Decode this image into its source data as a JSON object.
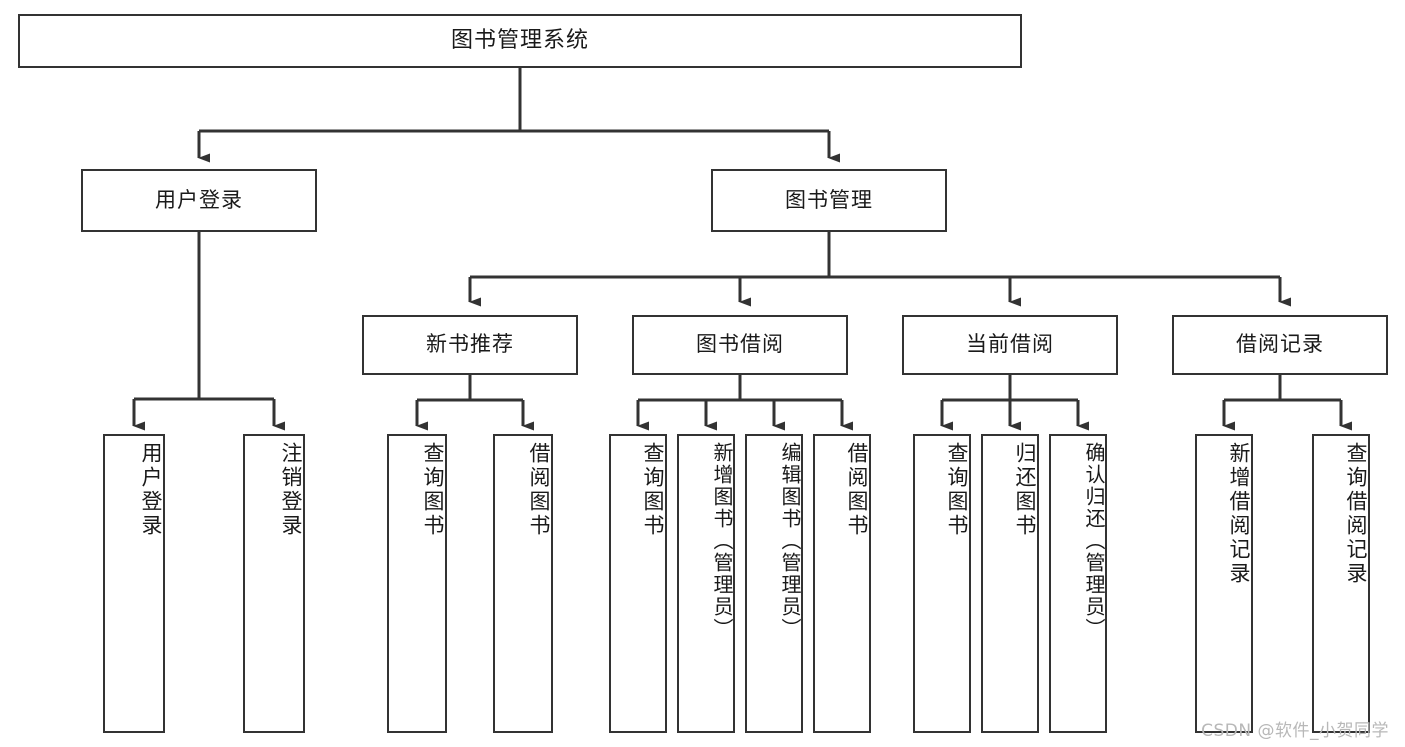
{
  "diagram": {
    "title": "图书管理系统",
    "type": "hierarchy-tree",
    "colors": {
      "background": "#ffffff",
      "stroke": "#333333",
      "text": "#1a1a1a",
      "watermark": "#b8b8b8"
    },
    "levels": {
      "root": {
        "label": "图书管理系统"
      },
      "level2": [
        {
          "label": "用户登录"
        },
        {
          "label": "图书管理"
        }
      ],
      "level3": [
        {
          "label": "新书推荐"
        },
        {
          "label": "图书借阅"
        },
        {
          "label": "当前借阅"
        },
        {
          "label": "借阅记录"
        }
      ],
      "leaves": {
        "user_login": [
          {
            "label": "用户登录"
          },
          {
            "label": "注销登录"
          }
        ],
        "new_book_recommend": [
          {
            "label": "查询图书"
          },
          {
            "label": "借阅图书"
          }
        ],
        "book_borrow": [
          {
            "label": "查询图书"
          },
          {
            "label": "新增图书（管理员）"
          },
          {
            "label": "编辑图书（管理员）"
          },
          {
            "label": "借阅图书"
          }
        ],
        "current_borrow": [
          {
            "label": "查询图书"
          },
          {
            "label": "归还图书"
          },
          {
            "label": "确认归还（管理员）"
          }
        ],
        "borrow_record": [
          {
            "label": "新增借阅记录"
          },
          {
            "label": "查询借阅记录"
          }
        ]
      }
    }
  },
  "watermark": {
    "text": "CSDN @软件_小贺同学"
  }
}
